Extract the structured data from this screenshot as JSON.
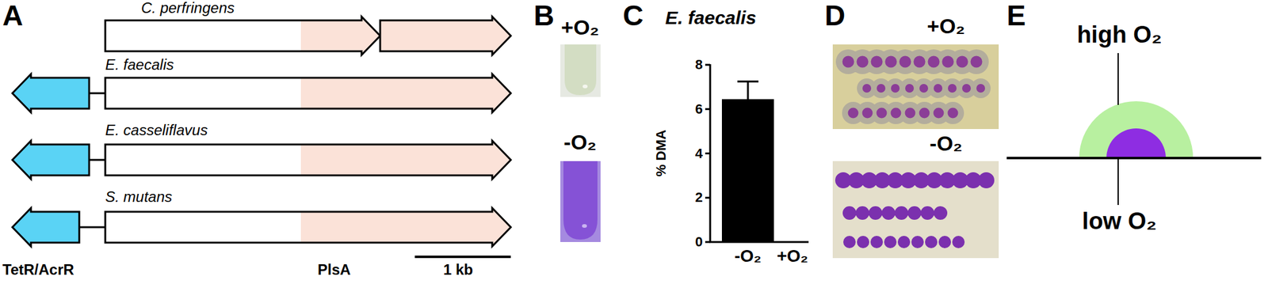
{
  "diagram": {
    "labels": [
      "A",
      "C. perfringens",
      "E. faecalis",
      "E. casseliflavus",
      "S. mutans",
      "TetR/AcrR",
      "PlsA",
      "1 kb",
      "B",
      "+O₂",
      "-O₂",
      "C",
      "E. faecalis",
      "% DMA",
      "8",
      "6",
      "4",
      "2",
      "0",
      "-O₂",
      "+O₂",
      "D",
      "+O₂",
      "-O₂",
      "E",
      "high O₂",
      "low O₂"
    ]
  }
}
